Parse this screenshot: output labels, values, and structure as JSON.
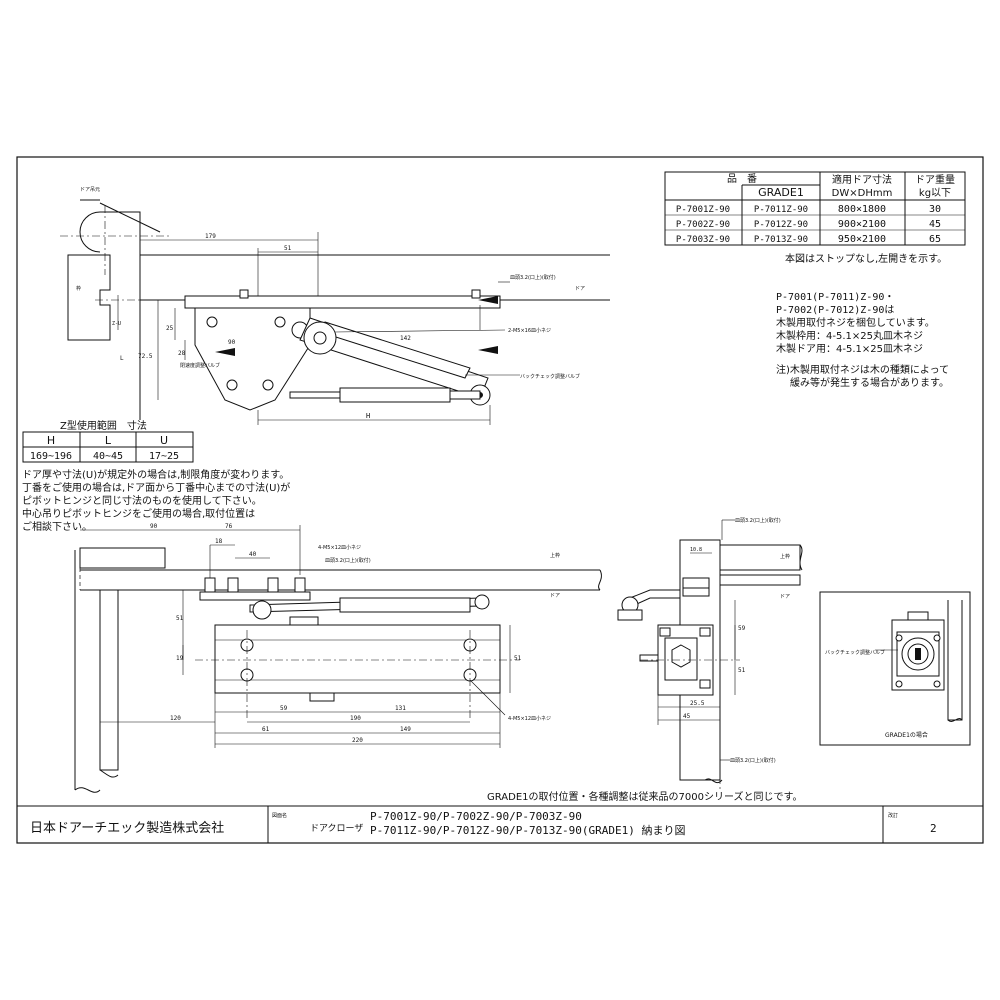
{
  "spec_table": {
    "h_hinban": "品　番",
    "h_grade": "GRADE1",
    "h_size": "適用ドア寸法",
    "h_size_unit": "DW×DHmm",
    "h_weight": "ドア重量",
    "h_weight_unit": "kg以下",
    "rows": [
      {
        "model": "P-7001Z-90",
        "grade": "P-7011Z-90",
        "size": "800×1800",
        "weight": "30"
      },
      {
        "model": "P-7002Z-90",
        "grade": "P-7012Z-90",
        "size": "900×2100",
        "weight": "45"
      },
      {
        "model": "P-7003Z-90",
        "grade": "P-7013Z-90",
        "size": "950×2100",
        "weight": "65"
      }
    ]
  },
  "notes": {
    "stop": "本図はストップなし,左開きを示す。",
    "screw_l1": "P-7001(P-7011)Z-90・",
    "screw_l2": "P-7002(P-7012)Z-90は",
    "screw_l3": "木製用取付ネジを梱包しています。",
    "screw_l4": "木製枠用：4-5.1×25丸皿木ネジ",
    "screw_l5": "木製ドア用：4-5.1×25皿木ネジ",
    "caution_l1": "注)木製用取付ネジは木の種類によって",
    "caution_l2": "緩み等が発生する場合があります。"
  },
  "range_table": {
    "title": "Z型使用範囲　寸法",
    "headers": [
      "H",
      "L",
      "U"
    ],
    "values": [
      "169~196",
      "40~45",
      "17~25"
    ]
  },
  "range_notes": [
    "ドア厚や寸法(U)が規定外の場合は,制限角度が変わります。",
    "丁番をご使用の場合は,ドア面から丁番中心までの寸法(U)が",
    "ピボットヒンジと同じ寸法のものを使用して下さい。",
    "中心吊りピボットヒンジをご使用の場合,取付位置は",
    "ご相談下さい。"
  ],
  "top_view": {
    "door_side": "ドア吊元",
    "frame": "枠",
    "dim_179": "179",
    "dim_51": "51",
    "dim_90": "90",
    "dim_25": "25",
    "dim_28": "28",
    "dim_725": "72.5",
    "dim_142": "142",
    "dim_h": "H",
    "dim_l": "L",
    "dim_u": "Z-U",
    "screw_label": "2-M5×16皿小ネジ",
    "label_pocket": "皿頭3.2(口上)(取付)",
    "label_door": "ドア",
    "label_speed": "閉速度調整バルブ",
    "label_backcheck": "バックチェック調整バルブ"
  },
  "front_view": {
    "dim_90": "90",
    "dim_76": "76",
    "dim_18": "18",
    "dim_40": "40",
    "dim_51a": "51",
    "dim_19": "19",
    "dim_51b": "51",
    "dim_120": "120",
    "dim_59": "59",
    "dim_190": "190",
    "dim_131": "131",
    "dim_61": "61",
    "dim_149": "149",
    "dim_220": "220",
    "screw_top": "4-M5×12皿小ネジ",
    "screw_bottom": "4-M5×12皿小ネジ",
    "pocket": "皿頭3.2(口上)(取付)",
    "label_frame": "上枠",
    "label_door": "ドア"
  },
  "side_view": {
    "pocket_top": "皿頭3.2(口上)(取付)",
    "pocket_bottom": "皿頭3.2(口上)(取付)",
    "dim_108": "10.8",
    "dim_59": "59",
    "dim_51": "51",
    "dim_255": "25.5",
    "dim_45": "45",
    "label_frame": "上枠",
    "label_door": "ドア"
  },
  "grade_box": {
    "label": "バックチェック調整バルブ",
    "caption": "GRADE1の場合"
  },
  "grade_note": "GRADE1の取付位置・各種調整は従来品の7000シリーズと同じです。",
  "title_block": {
    "company": "日本ドアーチエック製造株式会社",
    "field_label": "図面名",
    "product": "ドアクローザ",
    "line1": "P-7001Z-90/P-7002Z-90/P-7003Z-90",
    "line2": "P-7011Z-90/P-7012Z-90/P-7013Z-90(GRADE1) 納まり図",
    "rev_label": "改訂",
    "rev": "2"
  }
}
